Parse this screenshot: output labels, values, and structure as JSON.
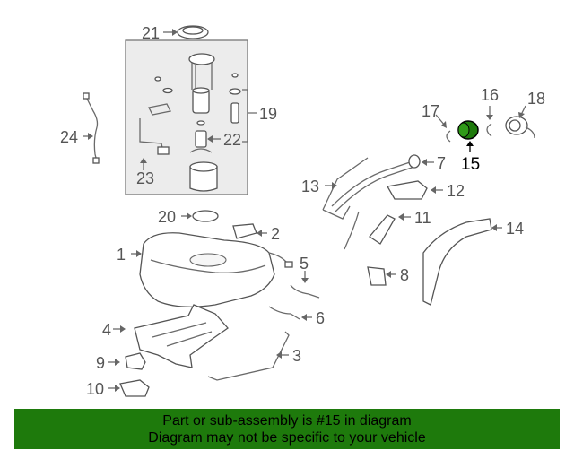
{
  "labels": {
    "p21": "21",
    "p19": "19",
    "p24": "24",
    "p22": "22",
    "p23": "23",
    "p17": "17",
    "p16": "16",
    "p18": "18",
    "p15": "15",
    "p7": "7",
    "p13": "13",
    "p12": "12",
    "p20": "20",
    "p2": "2",
    "p11": "11",
    "p14": "14",
    "p1": "1",
    "p5": "5",
    "p8": "8",
    "p6": "6",
    "p4": "4",
    "p3": "3",
    "p9": "9",
    "p10": "10"
  },
  "highlight": {
    "part": "15",
    "color": "#1e7a0c"
  },
  "banner": {
    "line1": "Part or sub-assembly is #15 in diagram",
    "line2": "Diagram may not be specific to your vehicle",
    "background": "#1e7a0c"
  }
}
